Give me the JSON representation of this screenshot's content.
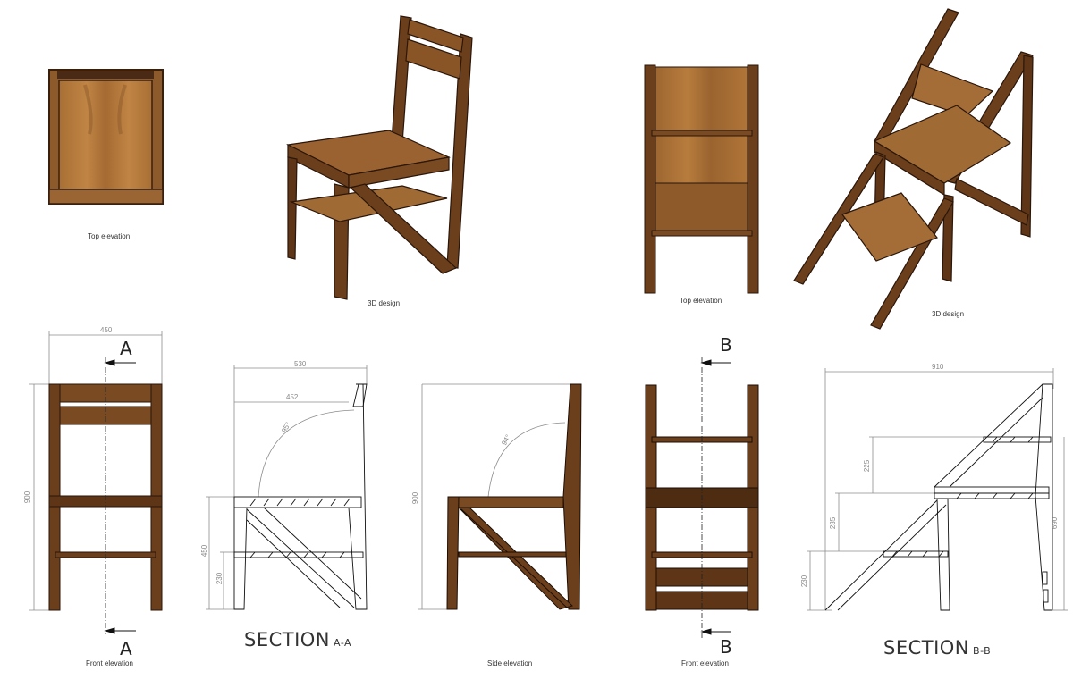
{
  "sheet": {
    "subject": "Convertible chair / step ladder (library chair)",
    "colors": {
      "wood": "#8a5a2b",
      "wood_dark": "#5a3418",
      "wood_light": "#b07a3e",
      "line": "#222222",
      "dim": "#8c8c8c"
    }
  },
  "views": {
    "top_chair": {
      "caption": "Top elevation"
    },
    "iso_chair": {
      "caption": "3D design"
    },
    "top_ladder": {
      "caption": "Top elevation"
    },
    "iso_ladder": {
      "caption": "3D design"
    },
    "front_chair": {
      "caption": "Front elevation",
      "width": "450",
      "height": "900",
      "cut_label_top": "A",
      "cut_label_bottom": "A"
    },
    "section_aa": {
      "title": "SECTION",
      "suffix": "A-A",
      "overall_depth": "530",
      "seat_depth": "452",
      "angle": "95°",
      "seat_height": "450",
      "rung_height": "230"
    },
    "side_chair": {
      "caption": "Side elevation",
      "height": "900",
      "angle": "94°"
    },
    "front_ladder": {
      "caption": "Front elevation",
      "cut_label_top": "B",
      "cut_label_bottom": "B"
    },
    "section_bb": {
      "title": "SECTION",
      "suffix": "B-B",
      "overall_length": "910",
      "step1": "230",
      "step2": "235",
      "step3": "225",
      "total_height": "690"
    }
  }
}
